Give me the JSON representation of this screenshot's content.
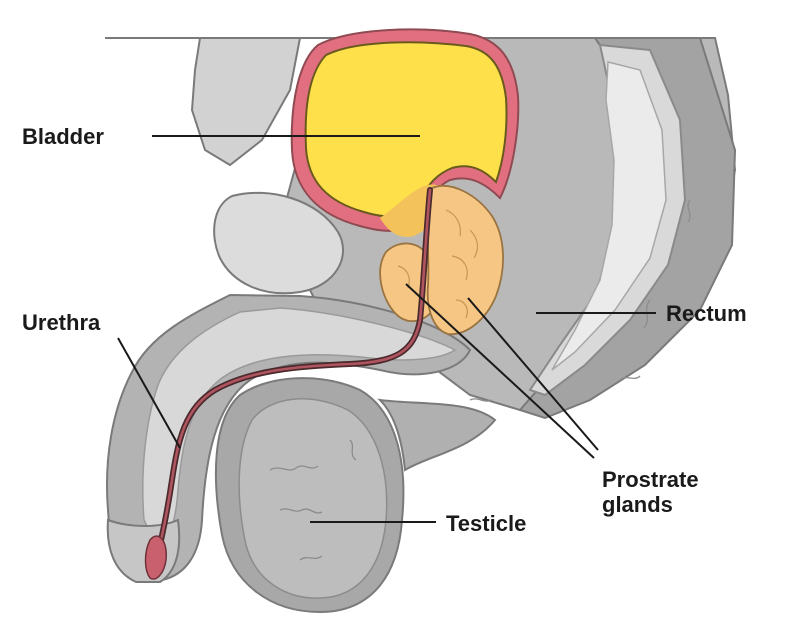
{
  "labels": {
    "bladder": "Bladder",
    "urethra": "Urethra",
    "rectum": "Rectum",
    "prostate_line1": "Prostrate",
    "prostate_line2": "glands",
    "testicle": "Testicle"
  },
  "colors": {
    "background": "#ffffff",
    "tissue_dark": "#a9a9a9",
    "tissue_mid": "#c4c4c4",
    "tissue_light": "#dadada",
    "tissue_pale": "#e6e6e6",
    "bladder_fill": "#fde04a",
    "bladder_wall": "#e26f80",
    "prostate_fill": "#f6c684",
    "urethra_fill": "#b05560",
    "label_text": "#1a1a1a"
  }
}
